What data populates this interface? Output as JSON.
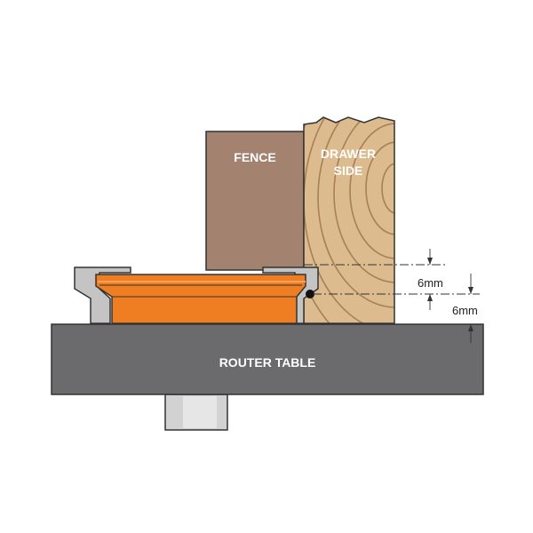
{
  "labels": {
    "fence": "FENCE",
    "drawer_side_line1": "DRAWER",
    "drawer_side_line2": "SIDE",
    "router_table": "ROUTER TABLE"
  },
  "dimensions": {
    "upper": "6mm",
    "lower": "6mm"
  },
  "colors": {
    "fence": "#a3826f",
    "wood": "#dcbb8f",
    "wood_grain": "#a97f58",
    "table": "#6b6b6e",
    "cutter": "#ef7d22",
    "holder": "#c4c4c4",
    "shaft": "#d2d2d2"
  }
}
